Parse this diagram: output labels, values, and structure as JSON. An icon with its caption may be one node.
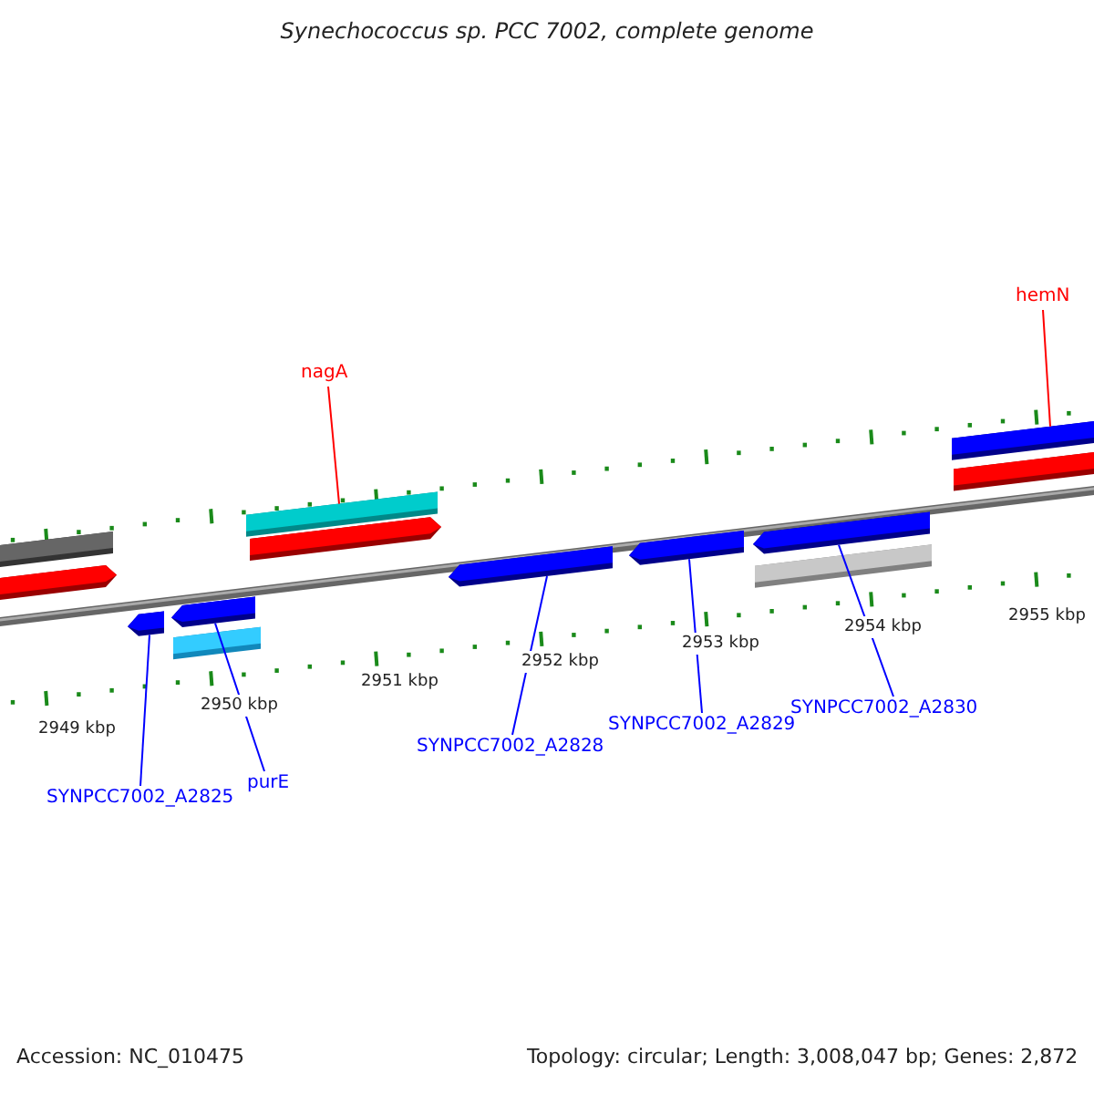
{
  "diagram": {
    "title": "Synechococcus sp. PCC 7002, complete genome",
    "nodes": [
      {
        "text": [
          "hemN"
        ]
      },
      {
        "text": [
          "nagA"
        ]
      },
      {
        "text": [
          "SYNPCC7002_A2830"
        ]
      },
      {
        "text": [
          "SYNPCC7002_A2829"
        ]
      },
      {
        "text": [
          "SYNPCC7002_A2828"
        ]
      },
      {
        "text": [
          "purE"
        ]
      },
      {
        "text": [
          "SYNPCC7002_A2825"
        ]
      },
      {
        "text": [],
        "shape": "bar"
      },
      {
        "text": [],
        "shape": "arrow"
      },
      {
        "text": [],
        "shape": "arrow"
      },
      {
        "text": [],
        "shape": "arrow"
      },
      {
        "text": [],
        "shape": "bar"
      },
      {
        "text": [],
        "shape": "bar"
      },
      {
        "text": [],
        "shape": "arrow"
      },
      {
        "text": [],
        "shape": "arrow"
      },
      {
        "text": [],
        "shape": "arrow"
      },
      {
        "text": [],
        "shape": "arrow"
      },
      {
        "text": [],
        "shape": "bar"
      },
      {
        "text": [],
        "shape": "bar"
      },
      {
        "text": [],
        "shape": "bar"
      }
    ],
    "edges": [
      {
        "from": 0,
        "to": 18,
        "arrow": "none",
        "color": "#ff0000"
      },
      {
        "from": 1,
        "to": 12,
        "arrow": "none",
        "color": "#ff0000"
      },
      {
        "from": 2,
        "to": 16,
        "arrow": "none"
      },
      {
        "from": 3,
        "to": 15,
        "arrow": "none"
      },
      {
        "from": 4,
        "to": 14,
        "arrow": "none"
      },
      {
        "from": 5,
        "to": 10,
        "arrow": "none"
      },
      {
        "from": 6,
        "to": 9,
        "arrow": "none"
      }
    ],
    "labels": [
      "2949 kbp",
      "2950 kbp",
      "2951 kbp",
      "2952 kbp",
      "2953 kbp",
      "2954 kbp",
      "2955 kbp",
      "Accession: NC_010475",
      "Topology: circular; Length: 3,008,047 bp; Genes: 2,872"
    ]
  }
}
